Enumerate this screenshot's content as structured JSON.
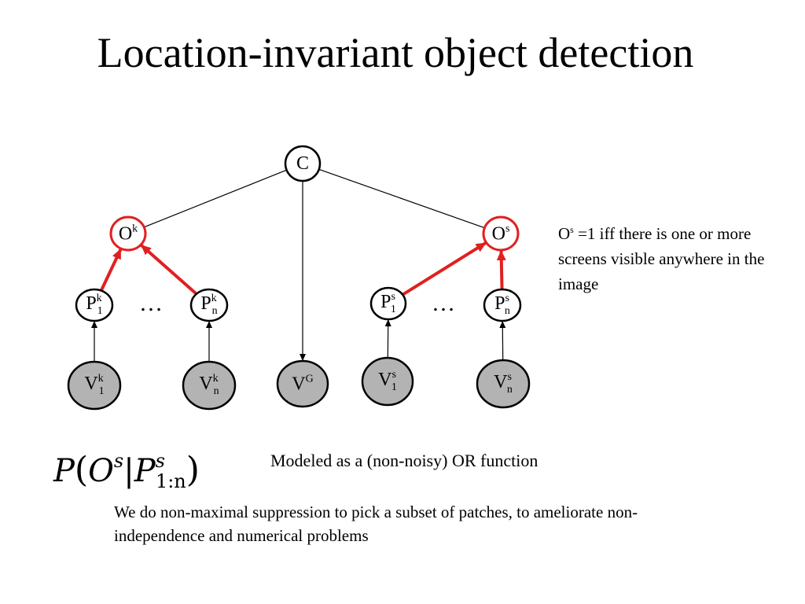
{
  "title": "Location-invariant object detection",
  "diagram": {
    "nodes": {
      "c": {
        "base": "C",
        "sup": "",
        "sub": "",
        "fill": "#ffffff",
        "stroke": "#000000"
      },
      "ok": {
        "base": "O",
        "sup": "k",
        "sub": "",
        "fill": "#ffffff",
        "stroke": "#e02020"
      },
      "os": {
        "base": "O",
        "sup": "s",
        "sub": "",
        "fill": "#ffffff",
        "stroke": "#e02020"
      },
      "pk1": {
        "base": "P",
        "sup": "k",
        "sub": "1",
        "fill": "#ffffff",
        "stroke": "#000000"
      },
      "pkn": {
        "base": "P",
        "sup": "k",
        "sub": "n",
        "fill": "#ffffff",
        "stroke": "#000000"
      },
      "ps1": {
        "base": "P",
        "sup": "s",
        "sub": "1",
        "fill": "#ffffff",
        "stroke": "#000000"
      },
      "psn": {
        "base": "P",
        "sup": "s",
        "sub": "n",
        "fill": "#ffffff",
        "stroke": "#000000"
      },
      "vk1": {
        "base": "V",
        "sup": "k",
        "sub": "1",
        "fill": "#b3b3b3",
        "stroke": "#000000"
      },
      "vkn": {
        "base": "V",
        "sup": "k",
        "sub": "n",
        "fill": "#b3b3b3",
        "stroke": "#000000"
      },
      "vg": {
        "base": "V",
        "sup": "G",
        "sub": "",
        "fill": "#b3b3b3",
        "stroke": "#000000"
      },
      "vs1": {
        "base": "V",
        "sup": "s",
        "sub": "1",
        "fill": "#b3b3b3",
        "stroke": "#000000"
      },
      "vsn": {
        "base": "V",
        "sup": "s",
        "sub": "n",
        "fill": "#b3b3b3",
        "stroke": "#000000"
      }
    },
    "edges": [
      {
        "from": "c",
        "to": "ok",
        "style": "line",
        "color": "#000000"
      },
      {
        "from": "c",
        "to": "os",
        "style": "line",
        "color": "#000000"
      },
      {
        "from": "c",
        "to": "vg",
        "style": "arrow",
        "color": "#000000"
      },
      {
        "from": "pk1",
        "to": "ok",
        "style": "arrow",
        "color": "#e02020"
      },
      {
        "from": "pkn",
        "to": "ok",
        "style": "arrow",
        "color": "#e02020"
      },
      {
        "from": "ps1",
        "to": "os",
        "style": "arrow",
        "color": "#e02020"
      },
      {
        "from": "psn",
        "to": "os",
        "style": "arrow",
        "color": "#e02020"
      },
      {
        "from": "vk1",
        "to": "pk1",
        "style": "arrow",
        "color": "#000000"
      },
      {
        "from": "vkn",
        "to": "pkn",
        "style": "arrow",
        "color": "#000000"
      },
      {
        "from": "vs1",
        "to": "ps1",
        "style": "arrow",
        "color": "#000000"
      },
      {
        "from": "vsn",
        "to": "psn",
        "style": "arrow",
        "color": "#000000"
      }
    ],
    "ellipsis": "…"
  },
  "note": {
    "prefix": "O",
    "sup": "s",
    "text": " =1 iff there is one or more screens visible anywhere in the image"
  },
  "formula": {
    "func": "P",
    "open": "(",
    "o": "O",
    "o_sup": "s",
    "bar": "|",
    "p": "P",
    "p_sup": "s",
    "p_sub": "1:n",
    "close": ")"
  },
  "modeled_text": "Modeled as a (non-noisy) OR function",
  "suppression_text": "We do non-maximal suppression to pick a subset of patches, to ameliorate non-independence and numerical problems"
}
